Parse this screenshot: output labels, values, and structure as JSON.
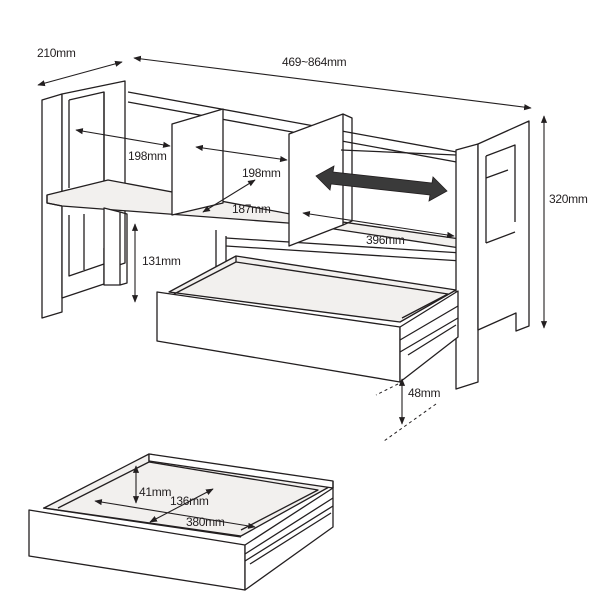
{
  "labels": {
    "depth": "210mm",
    "width_range": "469~864mm",
    "height": "320mm",
    "divider_gap_left": "198mm",
    "divider_gap_right": "198mm",
    "divider_depth": "187mm",
    "right_shelf_width": "396mm",
    "under_shelf_height": "131mm",
    "drawer_height": "48mm",
    "drawer_inner_height": "41mm",
    "drawer_inner_depth": "136mm",
    "drawer_inner_width": "380mm"
  },
  "colors": {
    "line": "#231f20",
    "slide_arrow": "#3a3a3a",
    "panel_tone": "#f2f0ee"
  }
}
